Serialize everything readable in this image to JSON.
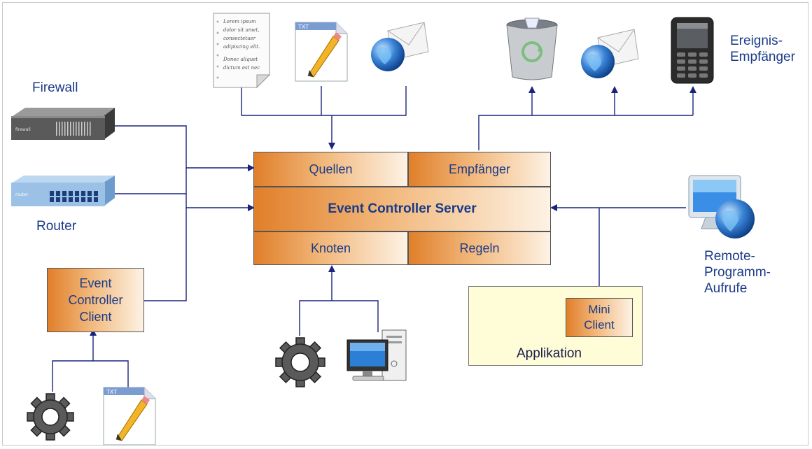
{
  "labels": {
    "firewall": "Firewall",
    "router": "Router",
    "ereignis_empfaenger": [
      "Ereignis-",
      "Empfänger"
    ],
    "remote_aufrufe": [
      "Remote-",
      "Programm-",
      "Aufrufe"
    ],
    "applikation": "Applikation"
  },
  "server": {
    "quellen": "Quellen",
    "empfaenger": "Empfänger",
    "title": "Event Controller Server",
    "knoten": "Knoten",
    "regeln": "Regeln"
  },
  "client": {
    "lines": [
      "Event",
      "Controller",
      "Client"
    ]
  },
  "mini_client": {
    "lines": [
      "Mini",
      "Client"
    ]
  },
  "device_text": {
    "firewall": "firewall",
    "router": "router"
  },
  "doc_text": [
    "Lorem ipsum",
    "dolor sit amet,",
    "consectetuer",
    "adipiscing elit.",
    "Donec aliquet",
    "dictum est nec"
  ],
  "txt_badge": "TXT",
  "icons": [
    "firewall-device-icon",
    "router-device-icon",
    "text-document-icon",
    "txt-file-icon",
    "email-globe-icon",
    "recycle-bin-icon",
    "mobile-phone-icon",
    "gear-icon",
    "desktop-computer-icon",
    "monitor-globe-icon"
  ],
  "colors": {
    "line": "#1a237e",
    "label": "#1a3b88",
    "box_orange": "#e07f2a",
    "app_bg": "#fffdd8"
  }
}
